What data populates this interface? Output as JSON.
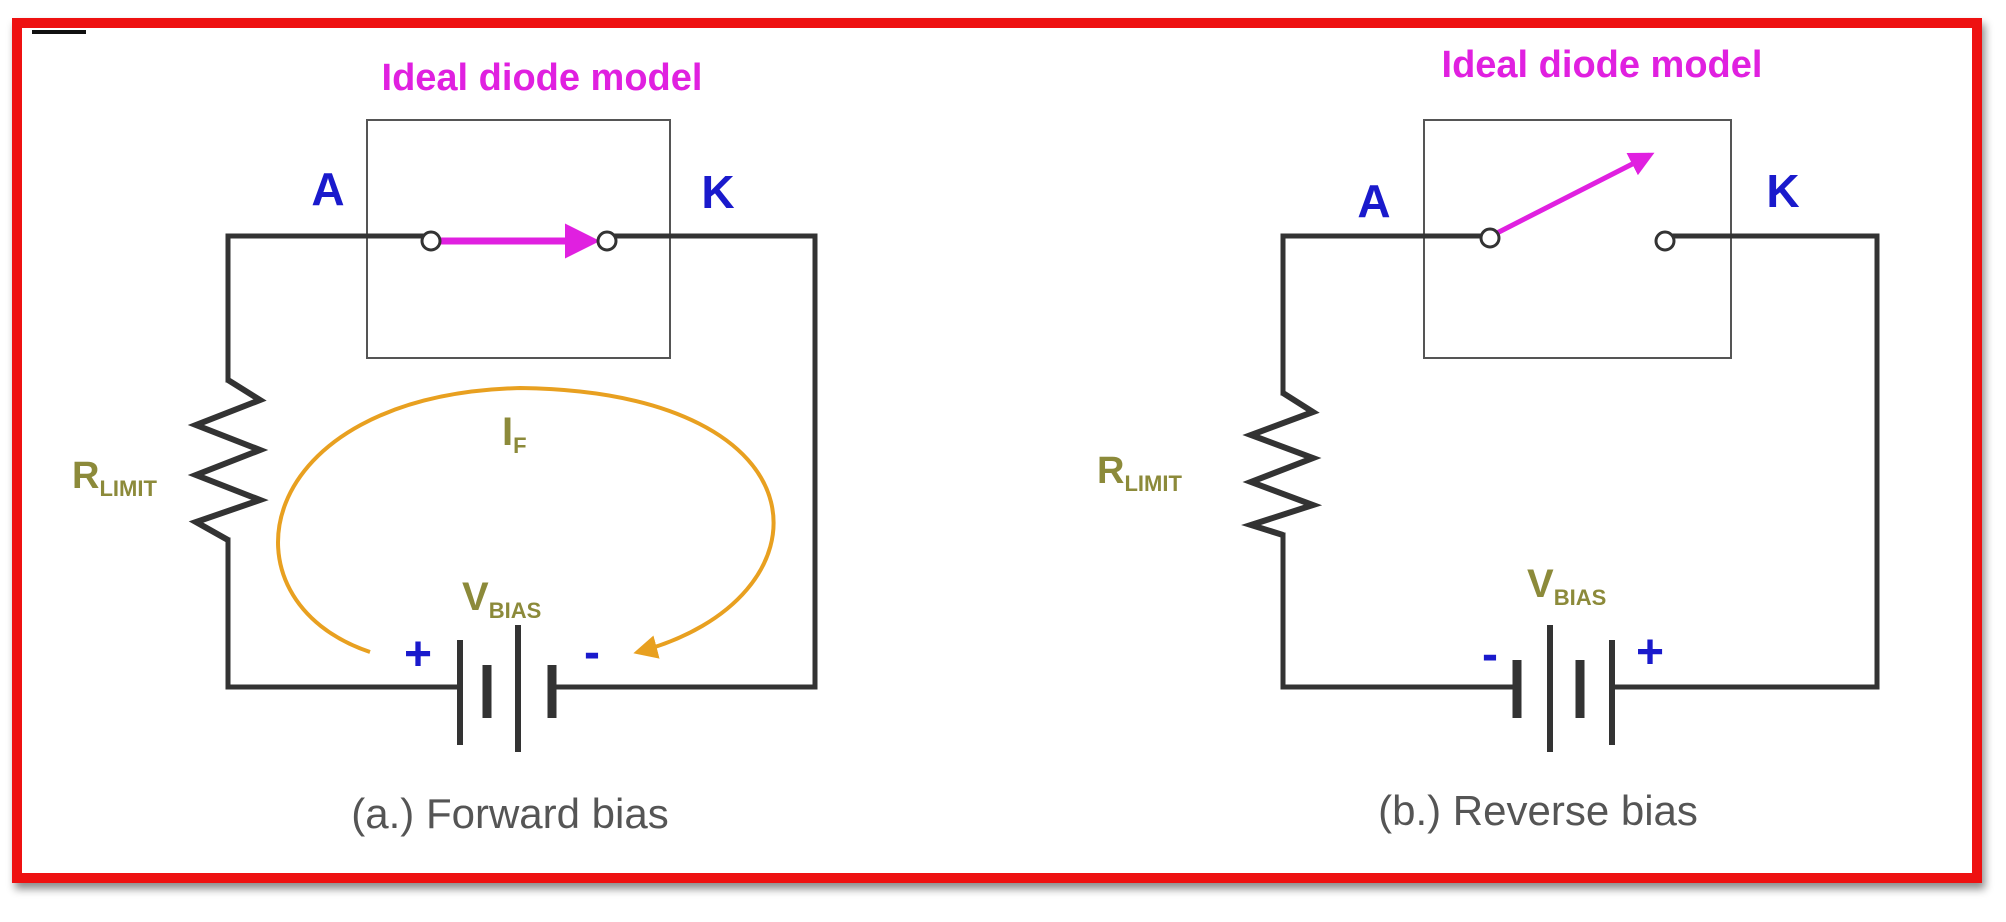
{
  "colors": {
    "frame": "#ee1111",
    "wire": "#333333",
    "model_title": "#e020e0",
    "terminal": "#1a1acc",
    "component_label": "#8c8a3a",
    "current_arrow": "#e8a020",
    "switch": "#e020e0",
    "caption": "#555555"
  },
  "panels": {
    "forward": {
      "model_title": "Ideal diode model",
      "anode": "A",
      "cathode": "K",
      "resistor_main": "R",
      "resistor_sub": "LIMIT",
      "current_main": "I",
      "current_sub": "F",
      "source_main": "V",
      "source_sub": "BIAS",
      "left_polarity": "+",
      "right_polarity": "-",
      "caption": "(a.) Forward bias"
    },
    "reverse": {
      "model_title": "Ideal diode model",
      "anode": "A",
      "cathode": "K",
      "resistor_main": "R",
      "resistor_sub": "LIMIT",
      "source_main": "V",
      "source_sub": "BIAS",
      "left_polarity": "-",
      "right_polarity": "+",
      "caption": "(b.) Reverse bias"
    }
  }
}
